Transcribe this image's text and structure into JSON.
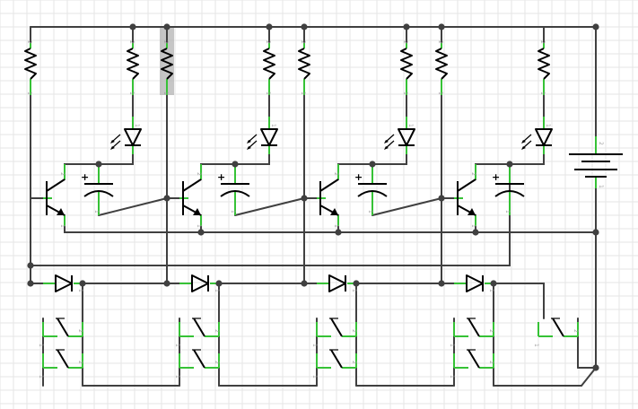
{
  "canvas": {
    "background": "#ffffff",
    "grid_color": "#e6e6e6",
    "wire_color": "#404040",
    "lead_color": "#36c236",
    "symbol_color": "#000000"
  },
  "stages": [
    {
      "id": "stage-1",
      "components": [
        "resistor",
        "resistor",
        "led",
        "npn-transistor",
        "electrolytic-capacitor",
        "diode",
        "push-button",
        "push-button"
      ]
    },
    {
      "id": "stage-2",
      "components": [
        "resistor",
        "resistor",
        "led",
        "npn-transistor",
        "electrolytic-capacitor",
        "diode",
        "push-button",
        "push-button"
      ]
    },
    {
      "id": "stage-3",
      "components": [
        "resistor",
        "resistor",
        "led",
        "npn-transistor",
        "electrolytic-capacitor",
        "diode",
        "push-button",
        "push-button"
      ]
    },
    {
      "id": "stage-4",
      "components": [
        "resistor",
        "resistor",
        "led",
        "npn-transistor",
        "electrolytic-capacitor",
        "diode",
        "push-button",
        "push-button"
      ]
    }
  ],
  "extra": {
    "battery": "battery-icon",
    "push_button": "push-button"
  },
  "selected": "stage-2-base-resistor",
  "pin_labels": {
    "one": "1",
    "two": "2"
  },
  "capacitor_polarity": "+"
}
